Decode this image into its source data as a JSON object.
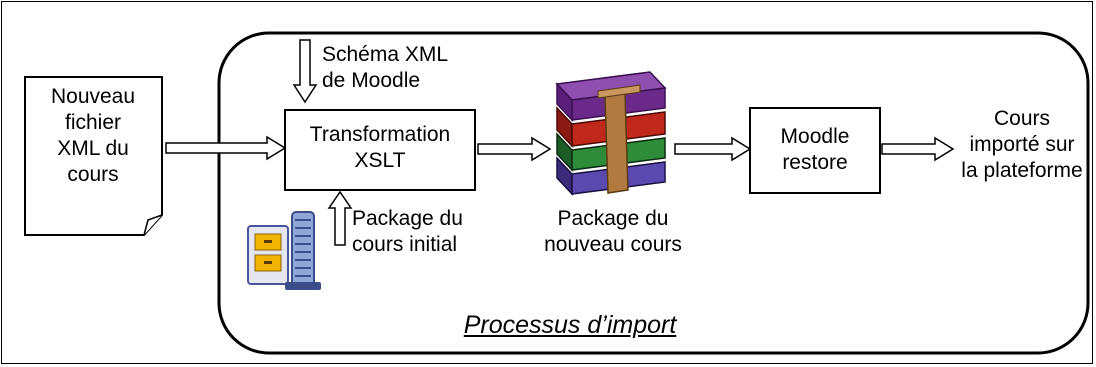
{
  "diagram": {
    "process_title": "Processus d’import",
    "input_file": [
      "Nouveau",
      "fichier",
      "XML du",
      "cours"
    ],
    "schema": [
      "Schéma XML",
      "de Moodle"
    ],
    "transform": [
      "Transformation",
      "XSLT"
    ],
    "package_initial": [
      "Package du",
      "cours initial"
    ],
    "package_new": [
      "Package du",
      "nouveau cours"
    ],
    "restore": [
      "Moodle",
      "restore"
    ],
    "output": [
      "Cours",
      "importé sur",
      "la plateforme"
    ],
    "icons": {
      "zip": "zip-archive-icon",
      "books": "book-stack-icon"
    },
    "colors": {
      "stroke": "#000000",
      "zip_accent": "#f2b400",
      "book_purple": "#6b2a8a",
      "book_red": "#c0281c",
      "book_green": "#2e8b3a"
    }
  }
}
